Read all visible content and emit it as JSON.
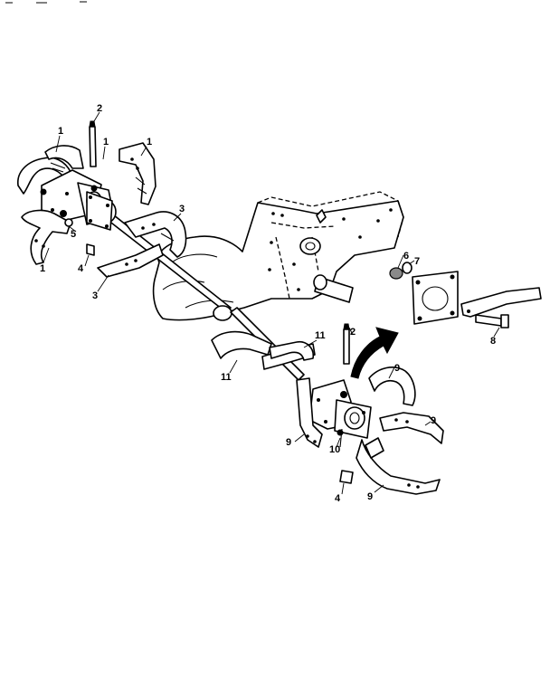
{
  "diagram": {
    "callouts": {
      "c1a": "1",
      "c1b": "1",
      "c1c": "1",
      "c1d": "1",
      "c2a": "2",
      "c2b": "2",
      "c3a": "3",
      "c3b": "3",
      "c4a": "4",
      "c4b": "4",
      "c5": "5",
      "c6": "6",
      "c7": "7",
      "c8": "8",
      "c9a": "9",
      "c9b": "9",
      "c9c": "9",
      "c9d": "9",
      "c10": "10",
      "c11a": "11",
      "c11b": "11"
    }
  }
}
